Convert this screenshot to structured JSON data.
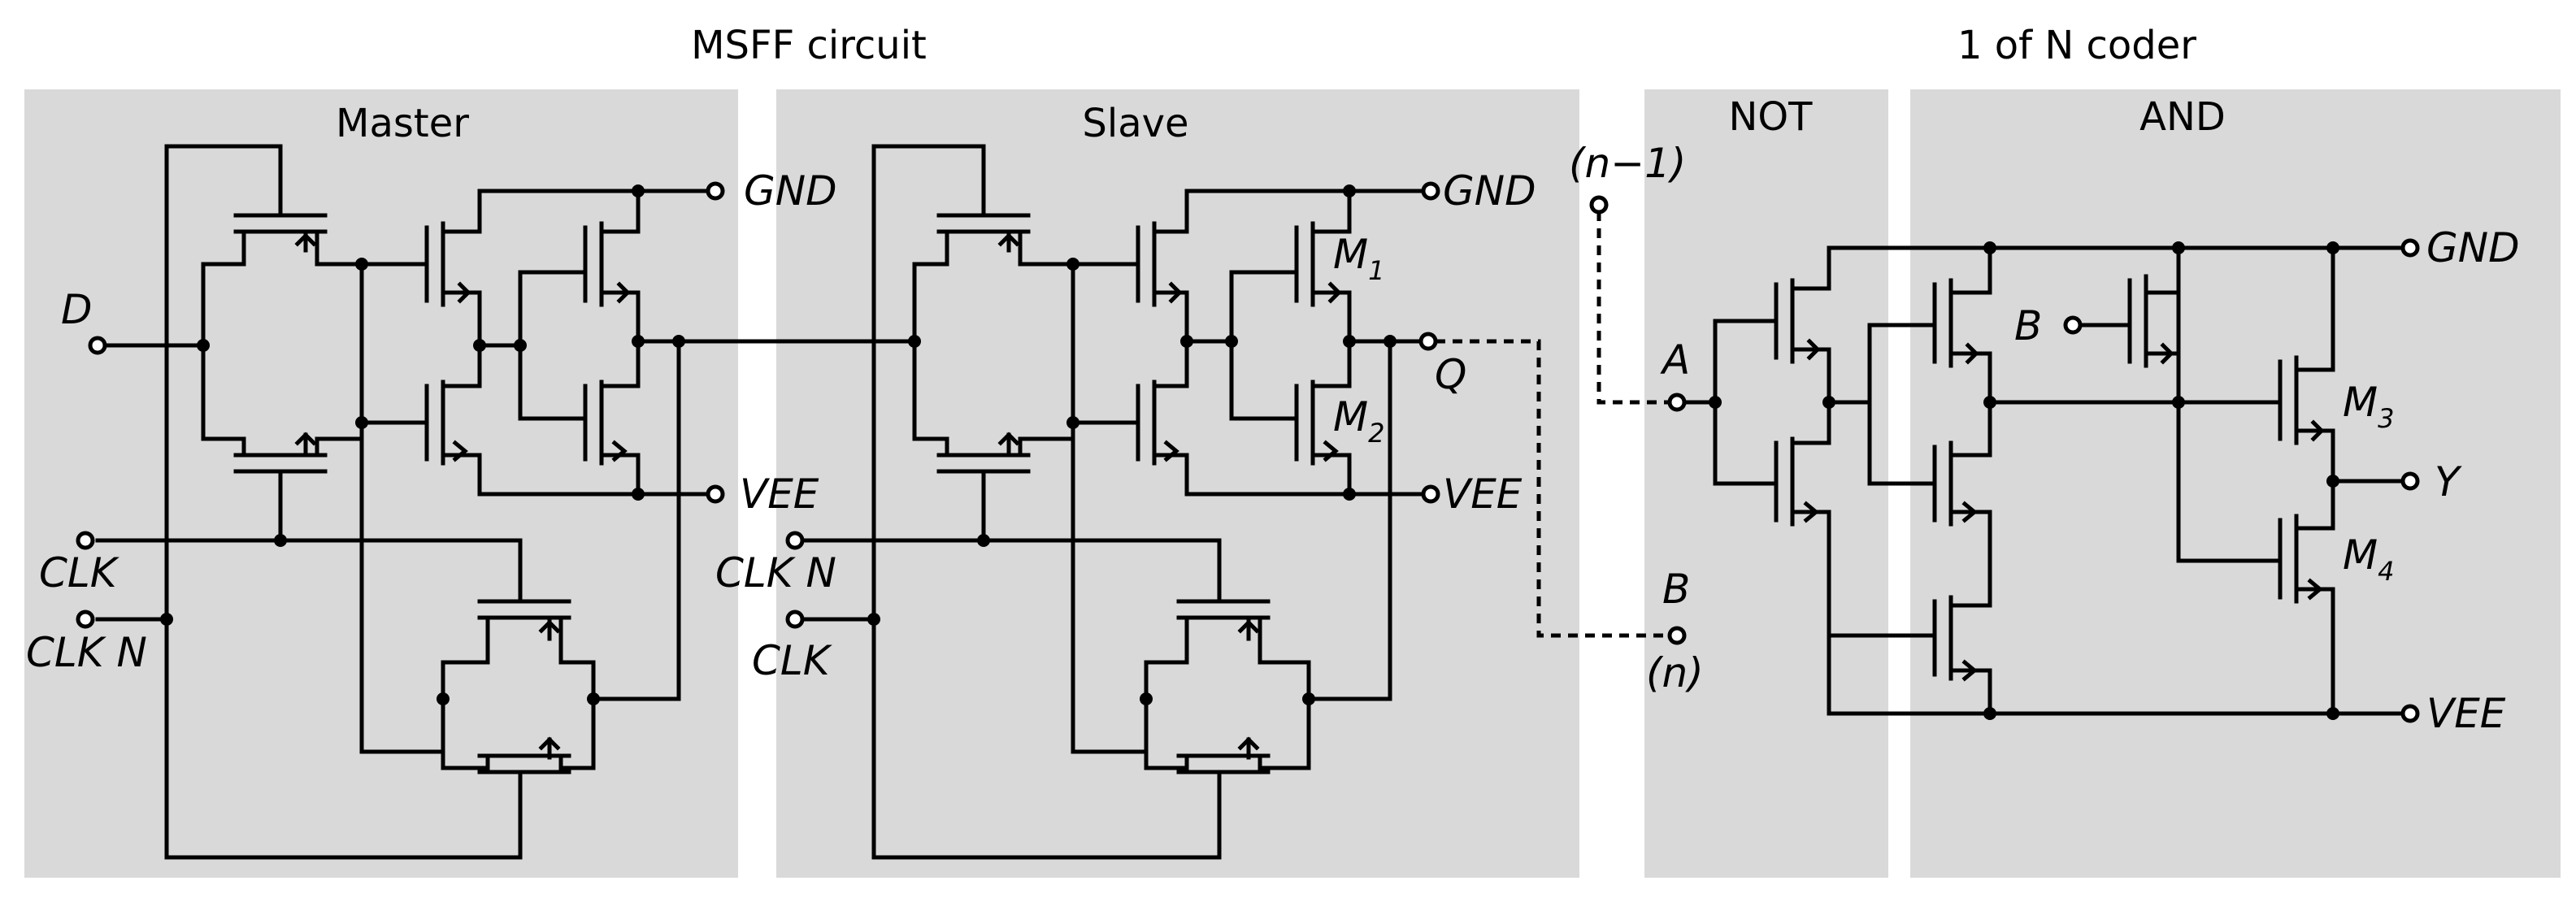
{
  "headers": {
    "msff": "MSFF circuit",
    "coder": "1 of N coder"
  },
  "panels": {
    "master": "Master",
    "slave": "Slave",
    "not": "NOT",
    "and": "AND"
  },
  "labels": {
    "d": "D",
    "clk": "CLK",
    "clk_n": "CLK N",
    "gnd": "GND",
    "vee": "VEE",
    "q": "Q",
    "m": "M",
    "m1_sub": "1",
    "m2_sub": "2",
    "m3_sub": "3",
    "m4_sub": "4",
    "n_minus_1": "(n−1)",
    "n": "(n)",
    "a": "A",
    "b": "B",
    "y": "Y"
  },
  "colors": {
    "panel": "#d9d9d9",
    "wire": "#000000",
    "background": "#ffffff"
  }
}
